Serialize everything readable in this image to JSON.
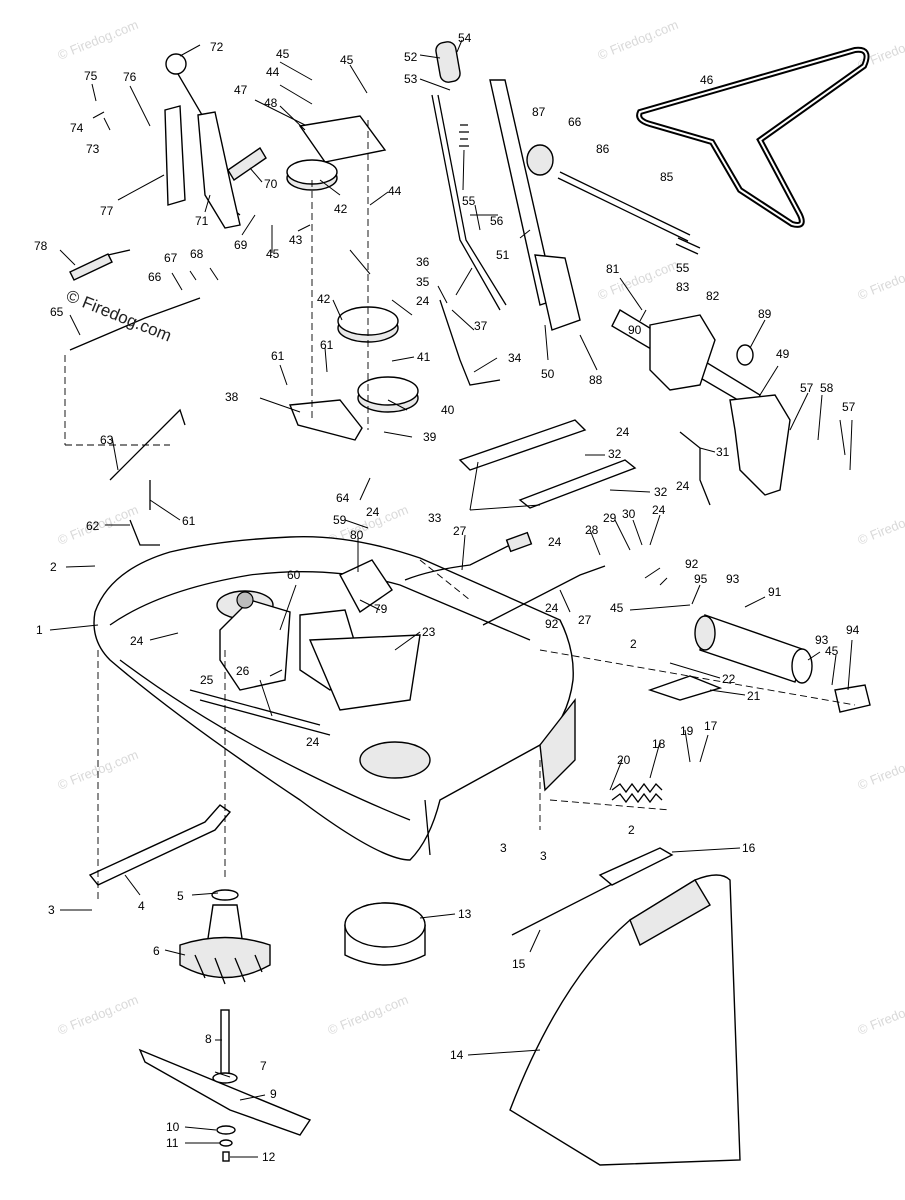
{
  "watermarks": {
    "prominent": "© Firedog.com",
    "faint": "© Firedog.com"
  },
  "callouts": {
    "c1": "1",
    "c2": "2",
    "c3": "3",
    "c4": "4",
    "c5": "5",
    "c6": "6",
    "c7": "7",
    "c8": "8",
    "c9": "9",
    "c10": "10",
    "c11": "11",
    "c12": "12",
    "c13": "13",
    "c14": "14",
    "c15": "15",
    "c16": "16",
    "c17": "17",
    "c18": "18",
    "c19": "19",
    "c20": "20",
    "c21": "21",
    "c22": "22",
    "c23": "23",
    "c24": "24",
    "c25": "25",
    "c26": "26",
    "c27": "27",
    "c28": "28",
    "c29": "29",
    "c30": "30",
    "c31": "31",
    "c32": "32",
    "c33": "33",
    "c34": "34",
    "c35": "35",
    "c36": "36",
    "c37": "37",
    "c38": "38",
    "c39": "39",
    "c40": "40",
    "c41": "41",
    "c42": "42",
    "c43": "43",
    "c44": "44",
    "c45": "45",
    "c46": "46",
    "c47": "47",
    "c48": "48",
    "c49": "49",
    "c50": "50",
    "c51": "51",
    "c52": "52",
    "c53": "53",
    "c54": "54",
    "c55": "55",
    "c56": "56",
    "c57": "57",
    "c58": "58",
    "c59": "59",
    "c60": "60",
    "c61": "61",
    "c62": "62",
    "c63": "63",
    "c64": "64",
    "c65": "65",
    "c66": "66",
    "c67": "67",
    "c68": "68",
    "c69": "69",
    "c70": "70",
    "c71": "71",
    "c72": "72",
    "c73": "73",
    "c74": "74",
    "c75": "75",
    "c76": "76",
    "c77": "77",
    "c78": "78",
    "c79": "79",
    "c80": "80",
    "c81": "81",
    "c82": "82",
    "c83": "83",
    "c85": "85",
    "c86": "86",
    "c87": "87",
    "c88": "88",
    "c89": "89",
    "c90": "90",
    "c91": "91",
    "c92": "92",
    "c93": "93",
    "c94": "94",
    "c95": "95"
  }
}
